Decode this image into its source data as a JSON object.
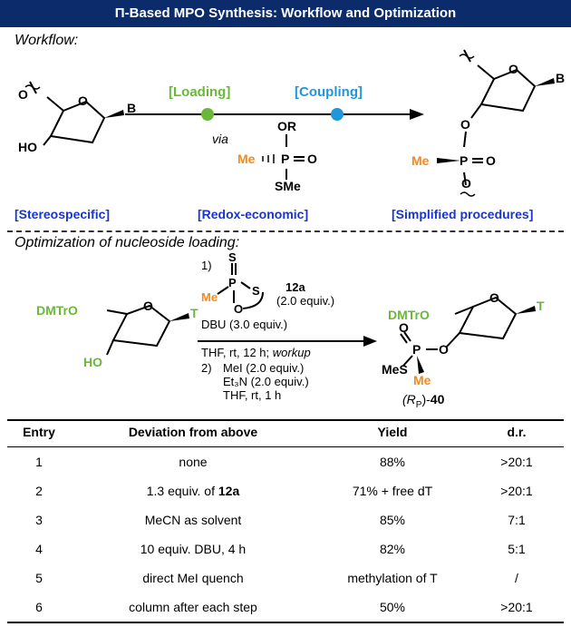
{
  "title": "Π-Based MPO Synthesis: Workflow and Optimization",
  "workflow": {
    "heading": "Workflow:",
    "steps": [
      "[Loading]",
      "[Coupling]"
    ],
    "via": "via",
    "reagent": {
      "OR": "OR",
      "Me": "Me",
      "P": "P",
      "O": "O",
      "SMe": "SMe"
    },
    "start": {
      "B": "B",
      "HO": "HO"
    },
    "product": {
      "B": "B",
      "Me": "Me",
      "P": "P",
      "O": "O"
    },
    "labels": [
      "[Stereospecific]",
      "[Redox-economic]",
      "[Simplified procedures]"
    ]
  },
  "optimization": {
    "heading": "Optimization of nucleoside loading:",
    "start": {
      "protect": "DMTrO",
      "base": "T",
      "HO": "HO"
    },
    "reagent": {
      "S1": "S",
      "S2": "S",
      "O": "O",
      "P": "P",
      "Me": "Me",
      "id": "12a",
      "equiv": "(2.0 equiv.)"
    },
    "conditions": {
      "step1": "1)",
      "dbu": "DBU (3.0 equiv.)",
      "thf1": "THF, rt, 12 h;",
      "workup": "workup",
      "step2": "2)",
      "mei": "MeI (2.0 equiv.)",
      "et3n": "Et₃N (2.0 equiv.)",
      "thf2": "THF, rt, 1 h"
    },
    "product": {
      "protect": "DMTrO",
      "base": "T",
      "O": "O",
      "P": "P",
      "MeS": "MeS",
      "Me": "Me",
      "label_a": "(R",
      "label_sub": "P",
      "label_b": ")-",
      "label_num": "40"
    }
  },
  "table": {
    "headers": [
      "Entry",
      "Deviation from above",
      "Yield",
      "d.r."
    ],
    "rows": [
      {
        "entry": "1",
        "dev_a": "none",
        "dev_b": "",
        "yield": "88%",
        "dr": ">20:1"
      },
      {
        "entry": "2",
        "dev_a": "1.3 equiv. of ",
        "dev_b": "12a",
        "yield": "71% + free dT",
        "dr": ">20:1"
      },
      {
        "entry": "3",
        "dev_a": "MeCN as solvent",
        "dev_b": "",
        "yield": "85%",
        "dr": "7:1"
      },
      {
        "entry": "4",
        "dev_a": "10 equiv. DBU, 4 h",
        "dev_b": "",
        "yield": "82%",
        "dr": "5:1"
      },
      {
        "entry": "5",
        "dev_a": "direct MeI quench",
        "dev_b": "",
        "yield": "methylation of T",
        "dr": "/"
      },
      {
        "entry": "6",
        "dev_a": "column after each step",
        "dev_b": "",
        "yield": "50%",
        "dr": ">20:1"
      }
    ]
  },
  "colors": {
    "banner": "#0b2b6b",
    "blue_label": "#1a35c9",
    "green": "#6ab83a",
    "orange": "#f08a1c",
    "blue_dot": "#2196d8"
  }
}
